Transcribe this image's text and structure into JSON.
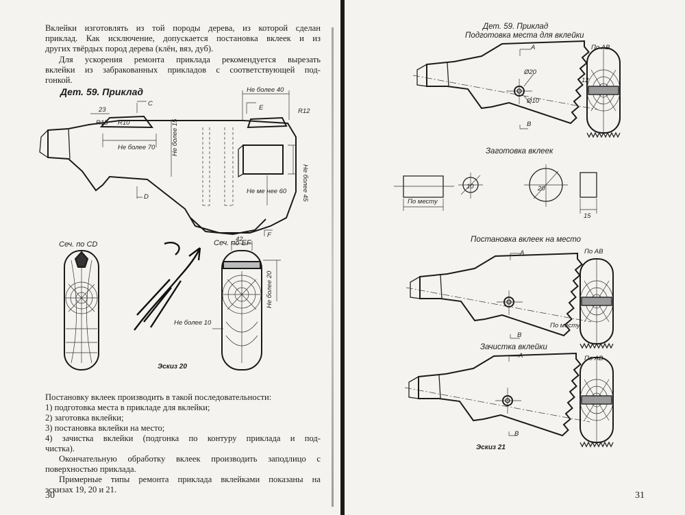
{
  "left": {
    "paragraphs": [
      "Вклейки изготовлять из той породы дерева, из которой сделан",
      "приклад. Как исключение, допускается постановка вклеек и из",
      "других твёрдых пород дерева (клён, вяз, дуб).",
      "Для ускорения ремонта приклада рекомендуется вырезать",
      "вклейки из забракованных прикладов с соответствующей под-",
      "гонкой."
    ],
    "figure_title": "Дет. 59. Приклад",
    "figure_labels": {
      "no_more_40": "Не более 40",
      "r12": "R12",
      "d23": "23",
      "r15": "R15",
      "r10": "R10",
      "c": "C",
      "e": "E",
      "no_more_70": "Не более 70",
      "no_more_15": "Не более 15",
      "no_more_45": "Не более 45",
      "no_more_60": "Не ме  нее 60",
      "d": "D",
      "f": "F",
      "sec_cd": "Сеч. по CD",
      "sec_ef": "Сеч. по EF",
      "d42": "42",
      "no_more_20": "Не более 20",
      "no_more_10": "Не более 10"
    },
    "sketch_caption": "Эскиз 20",
    "steps_intro": "Постановку вклеек производить в такой последовательности:",
    "steps": [
      "1) подготовка места в прикладе для вклейки;",
      "2) заготовка вклейки;",
      "3) постановка вклейки на место;",
      "4) зачистка  вклейки  (подгонка по контуру  приклада  и  под-",
      "чистка)."
    ],
    "closing": [
      "Окончательную обработку вклеек производить заподлицо с",
      "поверхностью приклада.",
      "Примерные типы ремонта приклада вклейками показаны на",
      "эскизах 19, 20 и 21."
    ],
    "page_number": "30"
  },
  "right": {
    "title_1": "Дет. 59. Приклад",
    "title_2": "Подготовка места для вклейки",
    "section_a": "A",
    "section_b": "B",
    "po_ab": "По AB",
    "d20": "Ø20",
    "d10": "Ø10",
    "dim12": "12",
    "blank_title": "Заготовка вклеек",
    "po_mestu": "По месту",
    "d10b": "10",
    "d20b": "20",
    "d15": "15",
    "install_title": "Постановка вклеек на место",
    "cleanup_title": "Зачистка вклейки",
    "sketch_caption": "Эскиз 21",
    "page_number": "31"
  }
}
